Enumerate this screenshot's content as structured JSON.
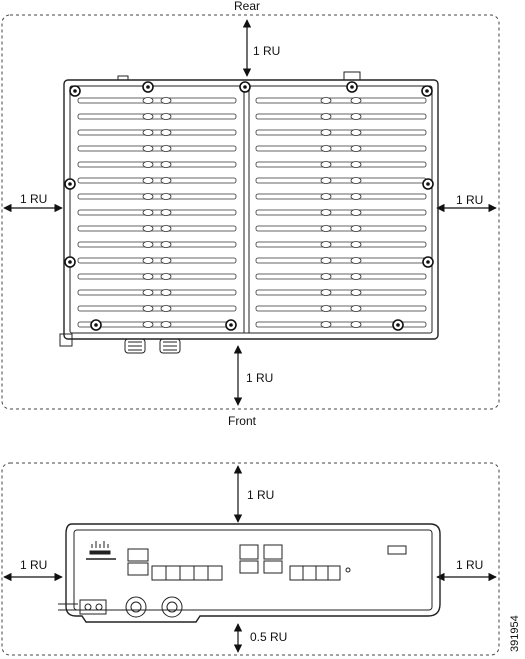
{
  "top_view": {
    "label_rear": "Rear",
    "label_front": "Front",
    "clearance_rear": "1 RU",
    "clearance_front": "1 RU",
    "clearance_left": "1 RU",
    "clearance_right": "1 RU"
  },
  "front_view": {
    "clearance_top": "1 RU",
    "clearance_bottom": "0.5 RU",
    "clearance_left": "1 RU",
    "clearance_right": "1 RU"
  },
  "figure_number": "391954"
}
